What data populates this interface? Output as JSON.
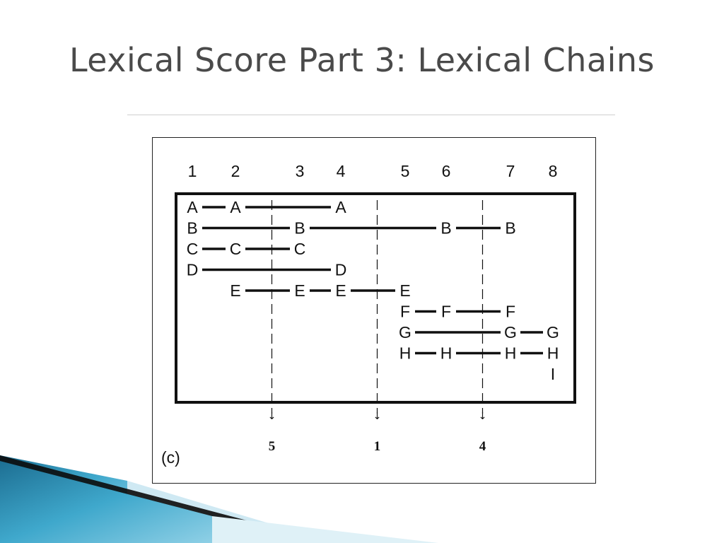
{
  "slide": {
    "title": "Lexical Score Part 3: Lexical Chains"
  },
  "figure": {
    "caption": "(c)",
    "sentences": [
      "1",
      "2",
      "3",
      "4",
      "5",
      "6",
      "7",
      "8"
    ],
    "boundaries": [
      {
        "after_sentence": 2,
        "score": "5"
      },
      {
        "after_sentence": 4,
        "score": "1"
      },
      {
        "after_sentence": 6,
        "score": "4"
      }
    ],
    "chains": [
      {
        "term": "A",
        "occurrences": [
          1,
          2,
          4
        ]
      },
      {
        "term": "B",
        "occurrences": [
          1,
          3,
          6,
          7
        ]
      },
      {
        "term": "C",
        "occurrences": [
          1,
          2,
          3
        ]
      },
      {
        "term": "D",
        "occurrences": [
          1,
          4
        ]
      },
      {
        "term": "E",
        "occurrences": [
          2,
          3,
          4,
          5
        ]
      },
      {
        "term": "F",
        "occurrences": [
          5,
          6,
          7
        ]
      },
      {
        "term": "G",
        "occurrences": [
          5,
          7,
          8
        ]
      },
      {
        "term": "H",
        "occurrences": [
          5,
          6,
          7,
          8
        ]
      },
      {
        "term": "I",
        "occurrences": [
          8
        ]
      }
    ]
  },
  "colors": {
    "title": "#4a4a4a",
    "ink": "#111111",
    "accent_blue": "#2f8fb4",
    "accent_light": "#bfe3ef"
  }
}
